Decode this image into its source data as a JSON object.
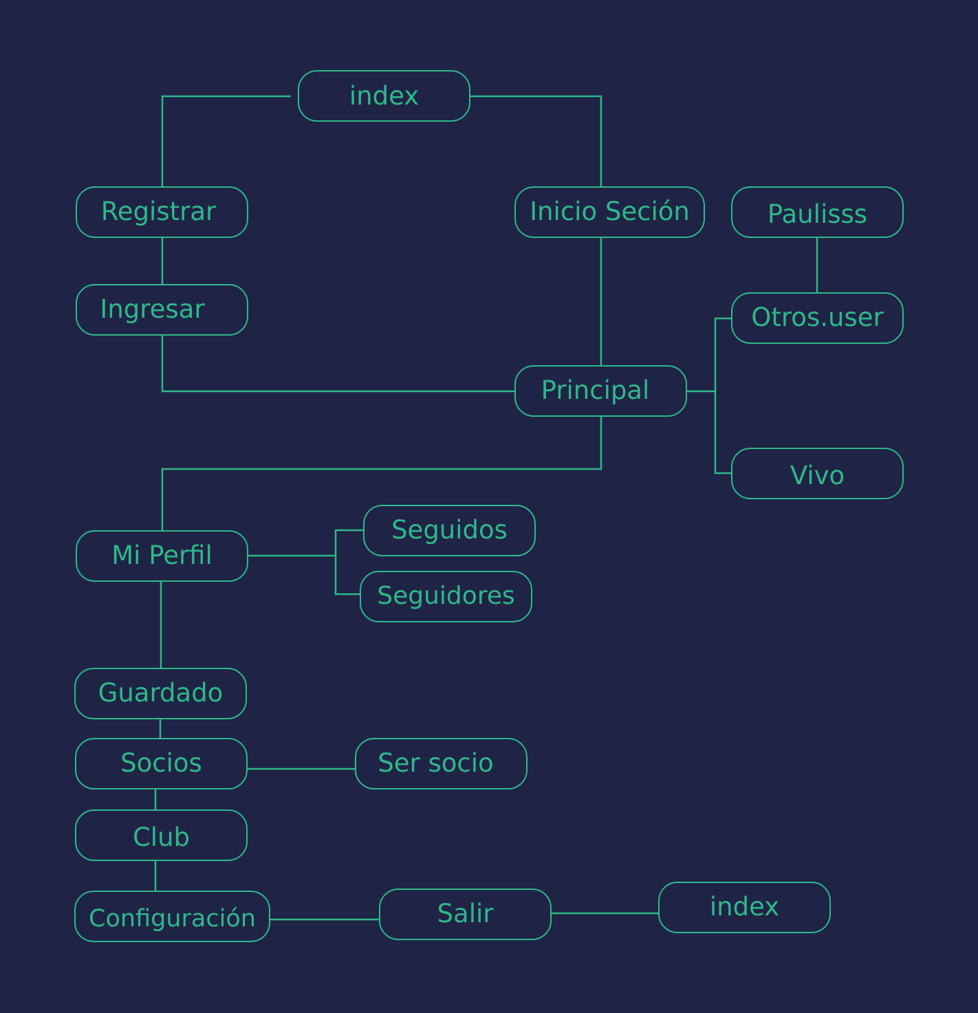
{
  "colors": {
    "background": "#1f2447",
    "accent": "#2fb888"
  },
  "nodes": {
    "index_top": "index",
    "registrar": "Registrar",
    "inicio_sesion": "Inicio Seción",
    "paulisss": "Paulisss",
    "ingresar": "Ingresar",
    "otros_user": "Otros.user",
    "principal": "Principal",
    "vivo": "Vivo",
    "seguidos": "Seguidos",
    "mi_perfil": "Mi Perfil",
    "seguidores": "Seguidores",
    "guardado": "Guardado",
    "socios": "Socios",
    "ser_socio": "Ser socio",
    "club": "Club",
    "configuracion": "Configuración",
    "salir": "Salir",
    "index_bottom": "index"
  },
  "edges": [
    [
      "index_top",
      "registrar"
    ],
    [
      "index_top",
      "inicio_sesion"
    ],
    [
      "registrar",
      "ingresar"
    ],
    [
      "inicio_sesion",
      "principal"
    ],
    [
      "ingresar",
      "principal"
    ],
    [
      "paulisss",
      "otros_user"
    ],
    [
      "principal",
      "otros_user"
    ],
    [
      "principal",
      "vivo"
    ],
    [
      "principal",
      "mi_perfil"
    ],
    [
      "mi_perfil",
      "seguidos"
    ],
    [
      "mi_perfil",
      "seguidores"
    ],
    [
      "mi_perfil",
      "guardado"
    ],
    [
      "guardado",
      "socios"
    ],
    [
      "socios",
      "ser_socio"
    ],
    [
      "socios",
      "club"
    ],
    [
      "club",
      "configuracion"
    ],
    [
      "configuracion",
      "salir"
    ],
    [
      "salir",
      "index_bottom"
    ]
  ]
}
